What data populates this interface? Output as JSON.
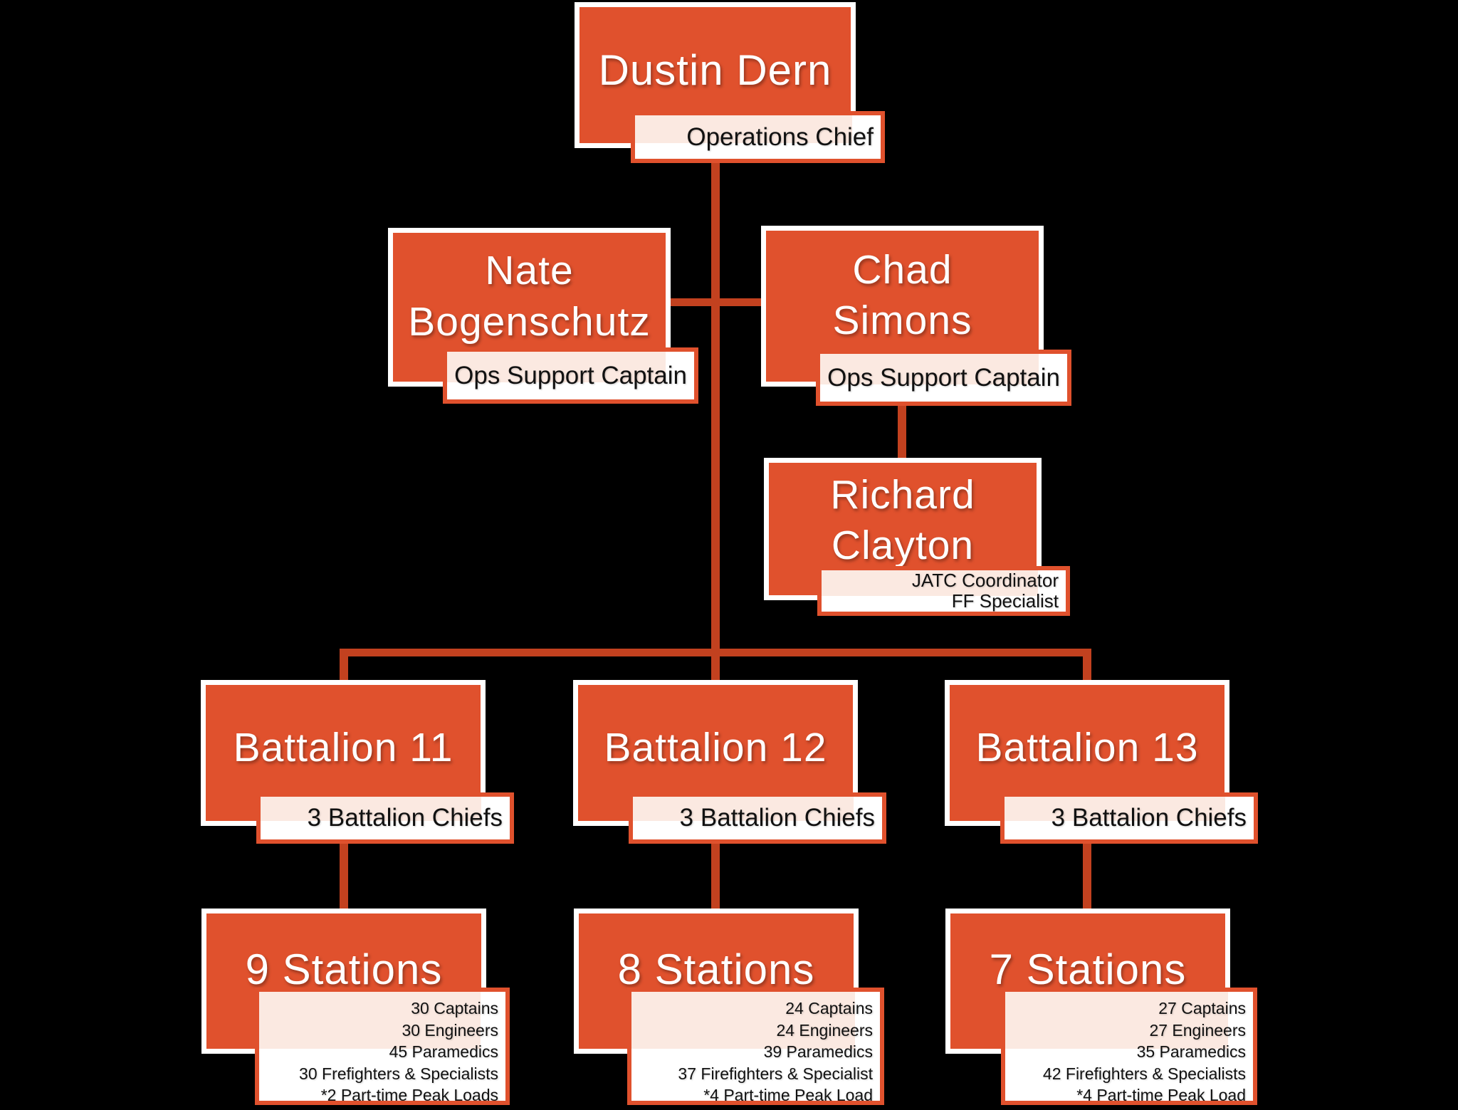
{
  "diagram": {
    "type": "org-chart",
    "description": "Fire department operations organizational chart",
    "background_color": "#000000",
    "colors": {
      "node_fill": "#e0512d",
      "node_border": "#ffffff",
      "connector": "#c2411f",
      "label_fill_white": "#ffffff",
      "label_fill_pink": "#fbe9e1",
      "label_border": "#e0512d",
      "name_text": "#ffffff",
      "label_text": "#111111"
    }
  },
  "nodes": {
    "dustin": {
      "name": "Dustin Dern",
      "title": "Operations Chief"
    },
    "nate": {
      "name": "Nate\nBogenschutz",
      "title": "Ops Support Captain"
    },
    "chad": {
      "name": "Chad\nSimons",
      "title": "Ops Support Captain"
    },
    "richard": {
      "name": "Richard\nClayton",
      "title_lines": [
        "JATC Coordinator",
        "FF Specialist"
      ]
    },
    "battalion11": {
      "name": "Battalion 11",
      "title": "3 Battalion Chiefs"
    },
    "battalion12": {
      "name": "Battalion 12",
      "title": "3 Battalion Chiefs"
    },
    "battalion13": {
      "name": "Battalion 13",
      "title": "3 Battalion Chiefs"
    },
    "stations11": {
      "name": "9 Stations",
      "details": [
        "30 Captains",
        "30 Engineers",
        "45 Paramedics",
        "30 Frefighters & Specialists",
        "*2 Part-time Peak Loads"
      ]
    },
    "stations12": {
      "name": "8 Stations",
      "details": [
        "24 Captains",
        "24 Engineers",
        "39 Paramedics",
        "37 Firefighters & Specialist",
        "*4 Part-time Peak Load"
      ]
    },
    "stations13": {
      "name": "7 Stations",
      "details": [
        "27 Captains",
        "27 Engineers",
        "35 Paramedics",
        "42 Firefighters & Specialists",
        "*4 Part-time Peak Load"
      ]
    }
  },
  "hierarchy": {
    "dustin": [
      "nate",
      "chad",
      "battalion11",
      "battalion12",
      "battalion13"
    ],
    "chad": [
      "richard"
    ],
    "battalion11": [
      "stations11"
    ],
    "battalion12": [
      "stations12"
    ],
    "battalion13": [
      "stations13"
    ]
  }
}
